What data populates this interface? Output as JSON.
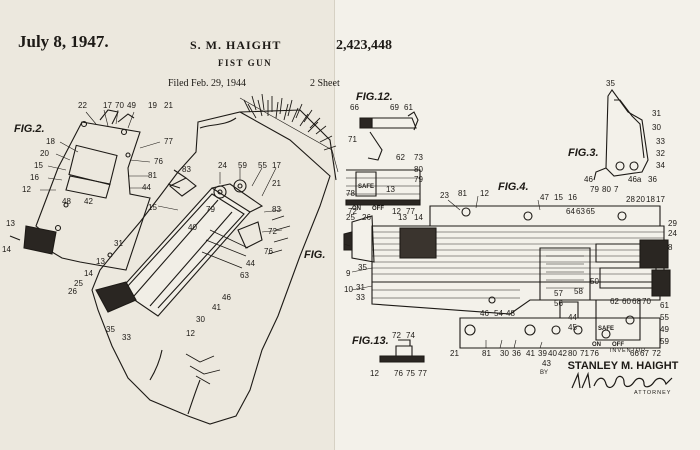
{
  "header": {
    "date": "July 8, 1947.",
    "inventor": "S. M. HAIGHT",
    "title": "FIST GUN",
    "filed": "Filed Feb. 29, 1944",
    "sheets": "2 Sheet",
    "patent_number": "2,423,448"
  },
  "figures": {
    "fig2": "FIG.2.",
    "fig1": "FIG.",
    "fig12": "FIG.12.",
    "fig3": "FIG.3.",
    "fig4": "FIG.4.",
    "fig13": "FIG.13."
  },
  "labels": {
    "safe": "SAFE",
    "on": "ON",
    "off": "OFF"
  },
  "signature": {
    "inventor_label": "INVENTOR",
    "inventor_name": "STANLEY M. HAIGHT",
    "by": "BY",
    "attorney_label": "ATTORNEY"
  },
  "refs": {
    "fig2": [
      "22",
      "17",
      "70",
      "49",
      "19",
      "21",
      "18",
      "20",
      "77",
      "76",
      "15",
      "16",
      "81",
      "12",
      "44",
      "48",
      "42",
      "13",
      "14"
    ],
    "fig1": [
      "83",
      "24",
      "59",
      "55",
      "17",
      "21",
      "15",
      "79",
      "83",
      "40",
      "72",
      "76",
      "31",
      "44",
      "13",
      "63",
      "14",
      "25",
      "26",
      "46",
      "30",
      "41",
      "12",
      "35",
      "33"
    ],
    "fig12": [
      "66",
      "69",
      "61",
      "71",
      "62",
      "73",
      "80",
      "79",
      "13",
      "78",
      "72",
      "12",
      "77"
    ],
    "fig3": [
      "35",
      "31",
      "30",
      "33",
      "32",
      "34",
      "36",
      "46a",
      "46"
    ],
    "fig4": [
      "23",
      "81",
      "12",
      "47",
      "15",
      "16",
      "64",
      "63",
      "65",
      "79",
      "80",
      "7",
      "28",
      "20",
      "18",
      "17",
      "29",
      "24",
      "8",
      "25",
      "26",
      "13",
      "14",
      "9",
      "35",
      "10",
      "31",
      "33",
      "46",
      "54",
      "48",
      "57",
      "56",
      "62",
      "60",
      "58",
      "44",
      "45",
      "50",
      "68",
      "70",
      "61",
      "55",
      "49",
      "59",
      "21",
      "81",
      "30",
      "36",
      "41",
      "39",
      "40",
      "43",
      "42",
      "80",
      "71",
      "76",
      "72",
      "66",
      "67"
    ],
    "fig13": [
      "72",
      "74",
      "12",
      "76",
      "75",
      "77"
    ]
  },
  "colors": {
    "ink": "#1d1a16",
    "paper": "#f1eee6"
  }
}
